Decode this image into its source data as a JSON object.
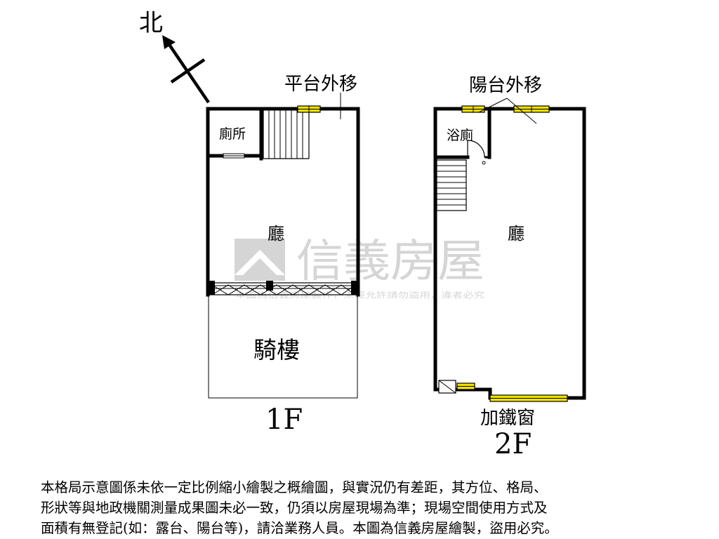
{
  "compass": {
    "label": "北"
  },
  "floor1": {
    "balcony_label": "平台外移",
    "toilet_label": "廁所",
    "hall_label": "廳",
    "arcade_label": "騎樓",
    "floor_label": "1F"
  },
  "floor2": {
    "balcony_label": "陽台外移",
    "bath_label": "浴廁",
    "hall_label": "廳",
    "window_label": "加鐵窗",
    "floor_label": "2F"
  },
  "watermark": {
    "brand": "信義房屋",
    "fine_print": "本圖為信義房屋製作，未經允許請勿盜用，違者必究"
  },
  "colors": {
    "window_yellow": "#f2e100",
    "watermark_gray": "#b4b4b4"
  },
  "disclaimer": {
    "lines": [
      "本格局示意圖係未依一定比例縮小繪製之概繪圖，與實況仍有差距，其方位、格局、",
      "形狀等與地政機關測量成果圖未必一致，仍須以房屋現場為準；現場空間使用方式及",
      "面積有無登記(如：露台、陽台等)，請洽業務人員。本圖為信義房屋繪製，盜用必究。"
    ]
  }
}
